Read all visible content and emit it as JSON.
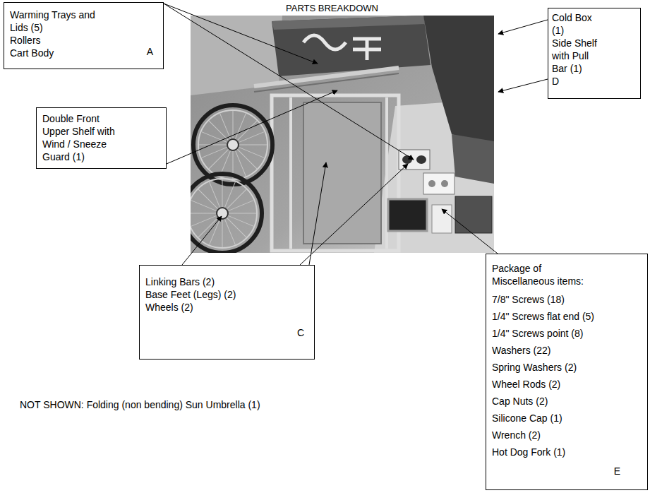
{
  "diagram": {
    "title": "PARTS BREAKDOWN",
    "nodes": [
      {
        "text": [
          "Warming Trays and Lids (5)",
          "Rollers",
          "Cart Body",
          "A"
        ]
      },
      {
        "text": [
          "Cold Box (1)",
          "Side Shelf with Pull Bar (1)",
          "D"
        ]
      },
      {
        "text": [
          "Double Front Upper Shelf with Wind / Sneeze Guard (1)"
        ]
      },
      {
        "text": [
          "Linking Bars (2)",
          "Base Feet (Legs) (2)",
          "Wheels (2)",
          "C"
        ]
      },
      {
        "text": [
          "Package of Miscellaneous items:",
          "7/8\" Screws (18)",
          "1/4\" Screws flat end (5)",
          "1/4\" Screws point (8)",
          "Washers (22)",
          "Spring Washers (2)",
          "Wheel Rods (2)",
          "Cap Nuts (2)",
          "Silicone Cap (1)",
          "Wrench (2)",
          "Hot Dog Fork (1)",
          "E"
        ]
      }
    ],
    "labels": [
      "NOT SHOWN: Folding (non bending) Sun Umbrella (1)"
    ]
  }
}
